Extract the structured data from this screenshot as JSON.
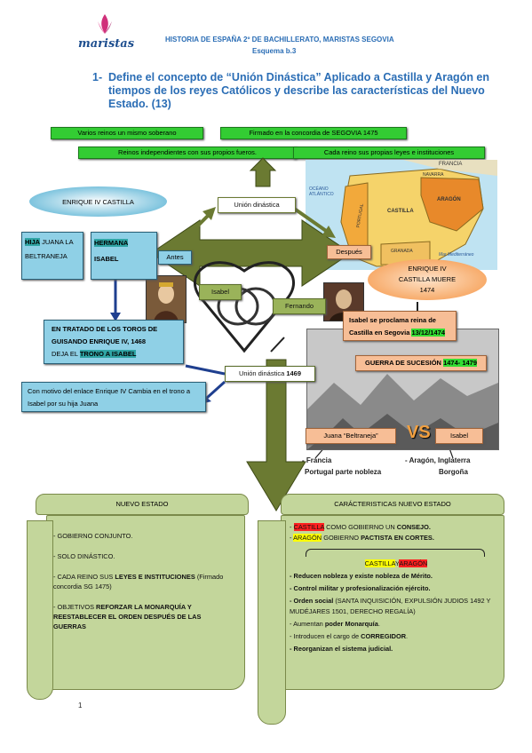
{
  "header": {
    "logo_text": "maristas",
    "school": "HISTORIA DE ESPAÑA 2º DE BACHILLERATO, MARISTAS SEGOVIA",
    "scheme": "Esquema b.3"
  },
  "question": {
    "number": "1-",
    "line1": "Define el concepto de “Unión Dinástica” Aplicado a Castilla y Aragón en",
    "line2": "tiempos de los reyes Católicos y describe las características del Nuevo",
    "line3": "Estado. (13)"
  },
  "green_boxes": {
    "varios": "Varios reinos un mismo soberano",
    "firmado": "Firmado en la concordia de SEGOVIA 1475",
    "independientes": "Reinos independientes con sus propios fueros.",
    "cada_reino": "Cada reino sus propias leyes e instituciones"
  },
  "map": {
    "labels": [
      "FRANCIA",
      "OCÉANO ATLÁNTICO",
      "PORTUGAL",
      "CASTILLA",
      "ARAGÓN",
      "NAVARRA",
      "GRANADA",
      "Mar Mediterráneo"
    ]
  },
  "diagram": {
    "enrique_castilla": "ENRIQUE IV CASTILLA",
    "hija_word": "HIJA",
    "hija_rest": " JUANA LA BELTRANEJA",
    "hermana": "HERMANA",
    "isabel": "ISABEL",
    "antes": "Antes",
    "despues": "Después",
    "union_top": "Unión dinástica",
    "enrique_muere": "ENRIQUE IV CASTILLA MUERE 1474",
    "isabel_label": "Isabel",
    "fernando_label": "Fernando",
    "toros_1": "EN TRATADO DE LOS TOROS DE",
    "toros_2": "GUISANDO ENRIQUE IV, 1468",
    "toros_3a": "DEJA EL ",
    "toros_3b": "TRONO A ISABEL",
    "isabel_proclama_1": "Isabel se proclama reina de",
    "isabel_proclama_2a": "Castilla en Segovia ",
    "isabel_proclama_2b": "13/12/1474",
    "union_1469a": "Unión dinástica ",
    "union_1469b": "1469",
    "guerra_a": "GUERRA DE SUCESIÓN ",
    "guerra_b": "1474- 1479",
    "enlace": "Con motivo del enlace Enrique IV Cambia en el trono a Isabel por su hija Juana",
    "juana": "Juana “Beltraneja”",
    "vs": "VS",
    "isabel_right": "Isabel",
    "apoyo_juana_1": "- Francia",
    "apoyo_juana_2": "Portugal parte nobleza",
    "apoyo_isabel_1": "- Aragón, Inglaterra",
    "apoyo_isabel_2": "Borgoña"
  },
  "nuevo_estado": {
    "title": "NUEVO ESTADO",
    "i1": "- GOBIERNO CONJUNTO.",
    "i2": "- SOLO DINÁSTICO.",
    "i3a": "- CADA REINO SUS ",
    "i3b": "LEYES E INSTITUCIONES",
    "i3c": " (Firmado concordia SG 1475)",
    "i4a": "- OBJETIVOS ",
    "i4b": "REFORZAR LA MONARQUÍA Y REESTABLECER EL ORDEN DESPUÉS DE LAS GUERRAS"
  },
  "caracteristicas": {
    "title": "CARÁCTERISTICAS NUEVO ESTADO",
    "castilla": "CASTILLA",
    "castilla_rest_a": " COMO GOBIERNO UN ",
    "castilla_rest_b": "CONSEJO.",
    "aragon": "ARAGÓN",
    "aragon_rest_a": " GOBIERNO ",
    "aragon_rest_b": "PACTISTA EN CORTES.",
    "castilla_y": "CASTILLA",
    "y": "Y",
    "aragon2": "ARAGÓN",
    "l1": "- Reducen nobleza y existe nobleza de Mérito.",
    "l2": "- Control militar y profesionalización ejército.",
    "l3a": "- Orden social",
    "l3b": " (SANTA INQUISICIÓN, EXPULSIÓN JUDIOS 1492 Y MUDÉJARES 1501, DERECHO REGALÍA)",
    "l4a": "- Aumentan ",
    "l4b": "poder Monarquía",
    "l4c": ".",
    "l5a": "- Introducen el cargo de ",
    "l5b": "CORREGIDOR",
    "l5c": ".",
    "l6": "- Reorganizan el sistema judicial."
  },
  "page_number": "1",
  "colors": {
    "accent_blue": "#2a6db5",
    "green": "#33cc33",
    "olive": "#6b7a32",
    "scroll": "#c3d69b"
  }
}
